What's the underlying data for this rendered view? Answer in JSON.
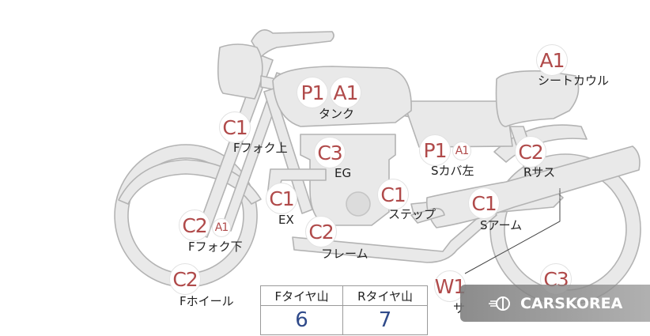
{
  "parts": [
    {
      "id": "tank",
      "label": "タンク",
      "badges": [
        {
          "code": "P1",
          "size": "lg"
        },
        {
          "code": "A1",
          "size": "lg"
        }
      ]
    },
    {
      "id": "seat-cowl",
      "label": "シートカウル",
      "badges": [
        {
          "code": "A1",
          "size": "lg"
        }
      ]
    },
    {
      "id": "f-fork-upper",
      "label": "Fフォク上",
      "badges": [
        {
          "code": "C1",
          "size": "lg"
        }
      ]
    },
    {
      "id": "eg",
      "label": "EG",
      "badges": [
        {
          "code": "C3",
          "size": "lg"
        }
      ]
    },
    {
      "id": "s-cover-left",
      "label": "Sカバ左",
      "badges": [
        {
          "code": "P1",
          "size": "lg"
        },
        {
          "code": "A1",
          "size": "sm"
        }
      ]
    },
    {
      "id": "r-suspension",
      "label": "Rサス",
      "badges": [
        {
          "code": "C2",
          "size": "lg"
        }
      ]
    },
    {
      "id": "ex",
      "label": "EX",
      "badges": [
        {
          "code": "C1",
          "size": "lg"
        }
      ]
    },
    {
      "id": "step",
      "label": "ステップ",
      "badges": [
        {
          "code": "C1",
          "size": "lg"
        }
      ]
    },
    {
      "id": "s-arm",
      "label": "Sアーム",
      "badges": [
        {
          "code": "C1",
          "size": "lg"
        }
      ]
    },
    {
      "id": "f-fork-lower",
      "label": "Fフォク下",
      "badges": [
        {
          "code": "C2",
          "size": "lg"
        },
        {
          "code": "A1",
          "size": "sm"
        }
      ]
    },
    {
      "id": "frame",
      "label": "フレーム",
      "badges": [
        {
          "code": "C2",
          "size": "lg"
        }
      ]
    },
    {
      "id": "f-wheel",
      "label": "Fホイール",
      "badges": [
        {
          "code": "C2",
          "size": "lg"
        }
      ]
    },
    {
      "id": "r-side",
      "label": "サ",
      "badges": [
        {
          "code": "W1",
          "size": "lg"
        }
      ]
    },
    {
      "id": "r-wheel",
      "label": "",
      "badges": [
        {
          "code": "C3",
          "size": "lg"
        }
      ]
    }
  ],
  "tread_table": {
    "front_label": "Fタイヤ山",
    "rear_label": "Rタイヤ山",
    "front_value": "6",
    "rear_value": "7"
  },
  "watermark": {
    "text": "CARSKOREA"
  },
  "colors": {
    "badge_text": "#b04a4a",
    "tread_value": "#2f4a8a",
    "bike_fill": "#e9e9e9",
    "bike_stroke": "#b3b3b3"
  }
}
